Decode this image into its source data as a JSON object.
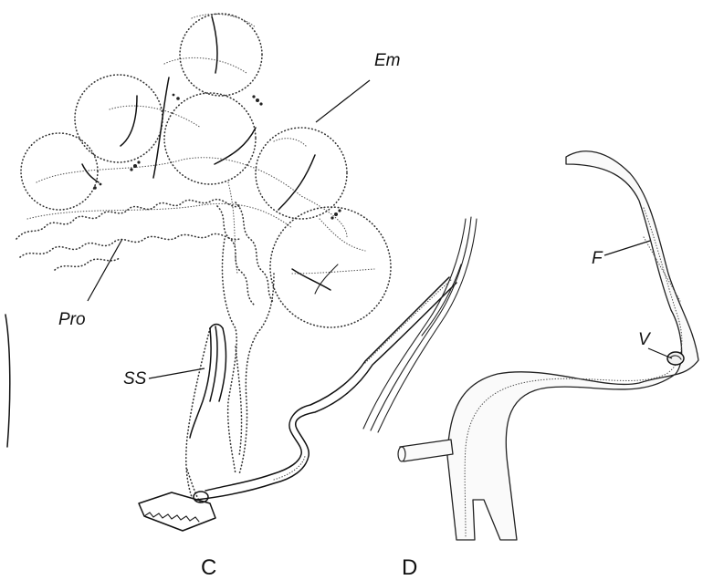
{
  "panels": [
    {
      "id": "C",
      "panel_label": "C",
      "labels": {
        "em": "Em",
        "pro": "Pro",
        "ss": "SS"
      }
    },
    {
      "id": "D",
      "panel_label": "D",
      "labels": {
        "f": "F",
        "v": "V"
      }
    }
  ]
}
